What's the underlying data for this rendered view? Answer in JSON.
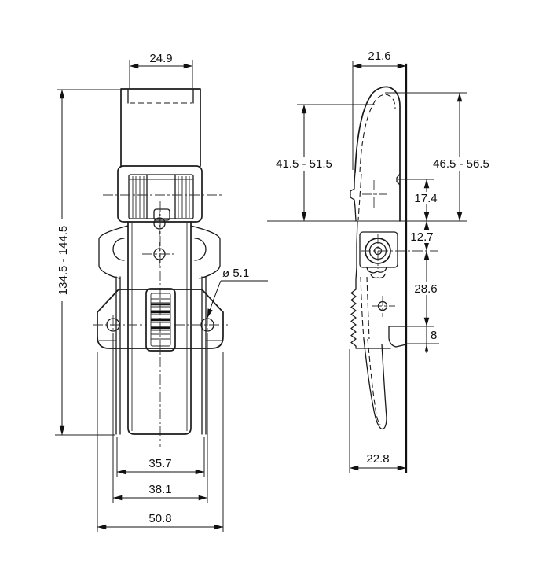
{
  "drawing": {
    "front_view": {
      "top_width": "24.9",
      "height_range": "134.5 - 144.5",
      "hole_diameter": "ø 5.1",
      "slide_width": "35.7",
      "hole_spacing": "38.1",
      "base_width": "50.8"
    },
    "side_view": {
      "top_depth": "21.6",
      "hook_range": "41.5 - 51.5",
      "overall_range": "46.5 - 56.5",
      "catch_depth": "17.4",
      "pivot_drop": "12.7",
      "lower_span": "28.6",
      "foot_gap": "8",
      "base_depth": "22.8"
    },
    "colors": {
      "line": "#1a1a1a",
      "background": "#ffffff"
    }
  }
}
